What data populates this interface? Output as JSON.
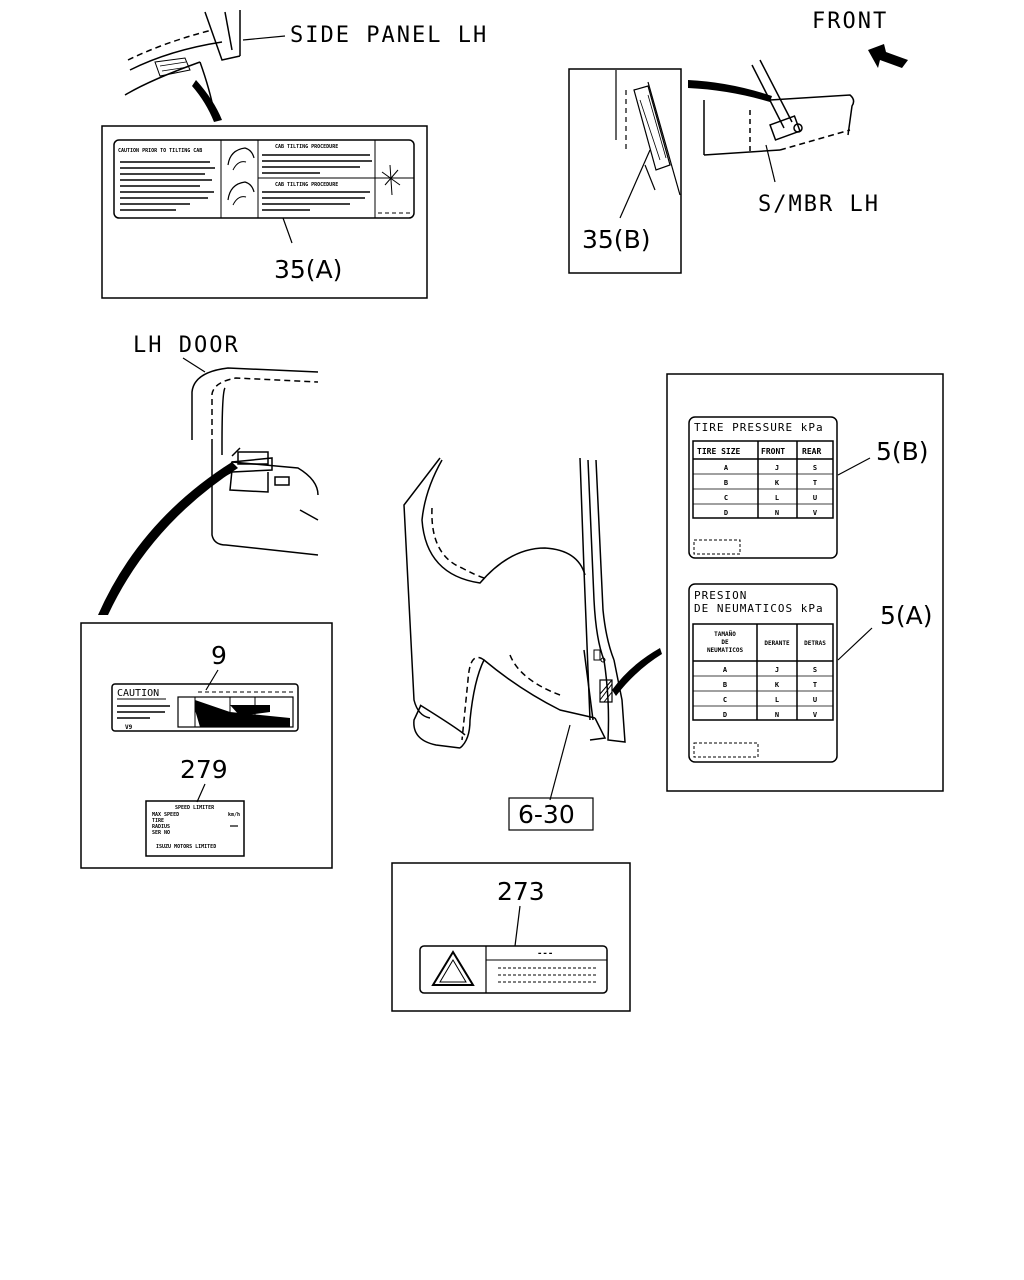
{
  "callouts": {
    "side_panel": "SIDE PANEL LH",
    "front": "FRONT",
    "smbr": "S/MBR LH",
    "lh_door": "LH DOOR"
  },
  "part_numbers": {
    "p35a": "35(A)",
    "p35b": "35(B)",
    "p5b": "5(B)",
    "p5a": "5(A)",
    "p9": "9",
    "p279": "279",
    "p273": "273",
    "p630": "6-30"
  },
  "label_35a": {
    "left_title": "CAUTION PRIOR TO TILTING CAB",
    "right_title_1": "CAB TILTING PROCEDURE",
    "right_title_2": "CAB TILTING PROCEDURE"
  },
  "label_5b": {
    "title": "TIRE PRESSURE kPa",
    "headers": [
      "TIRE SIZE",
      "FRONT",
      "REAR"
    ],
    "rows": [
      [
        "A",
        "J",
        "S"
      ],
      [
        "B",
        "K",
        "T"
      ],
      [
        "C",
        "L",
        "U"
      ],
      [
        "D",
        "N",
        "V"
      ]
    ]
  },
  "label_5a": {
    "title_line1": "PRESION",
    "title_line2": "DE NEUMATICOS kPa",
    "header_1a": "TAMAÑO",
    "header_1b": "DE",
    "header_1c": "NEUMATICOS",
    "header_2": "DERANTE",
    "header_3": "DETRAS",
    "rows": [
      [
        "A",
        "J",
        "S"
      ],
      [
        "B",
        "K",
        "T"
      ],
      [
        "C",
        "L",
        "U"
      ],
      [
        "D",
        "N",
        "V"
      ]
    ]
  },
  "label_9": {
    "title": "CAUTION",
    "code": "V9"
  },
  "label_279": {
    "line1": "SPEED LIMITER",
    "line2": "MAX SPEED",
    "unit": "km/h",
    "line3": "TIRE",
    "line4": "RADIUS",
    "line5": "SER NO",
    "footer": "ISUZU MOTORS LIMITED"
  },
  "label_273": {
    "header": "---"
  }
}
